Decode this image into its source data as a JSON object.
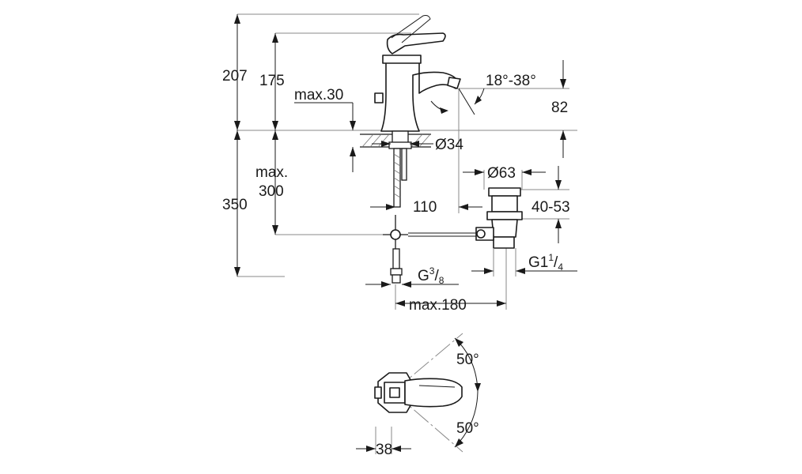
{
  "dimensions": {
    "height_total": "207",
    "height_spout": "175",
    "deck_thickness": "max.30",
    "spout_angle": "18°-38°",
    "spout_height": "82",
    "shank_diameter": "Ø34",
    "hose_length_line1": "max.",
    "hose_length_line2": "300",
    "below_deck": "350",
    "waste_diameter": "Ø63",
    "waste_offset": "110",
    "waste_range": "40-53",
    "waste_thread_main": "G1",
    "waste_thread_num": "1",
    "waste_thread_den": "4",
    "supply_thread_main": "G",
    "supply_thread_num": "3",
    "supply_thread_den": "8",
    "rod_length": "max.180",
    "lever_angle_top": "50°",
    "lever_angle_bottom": "50°",
    "body_width": "38"
  }
}
